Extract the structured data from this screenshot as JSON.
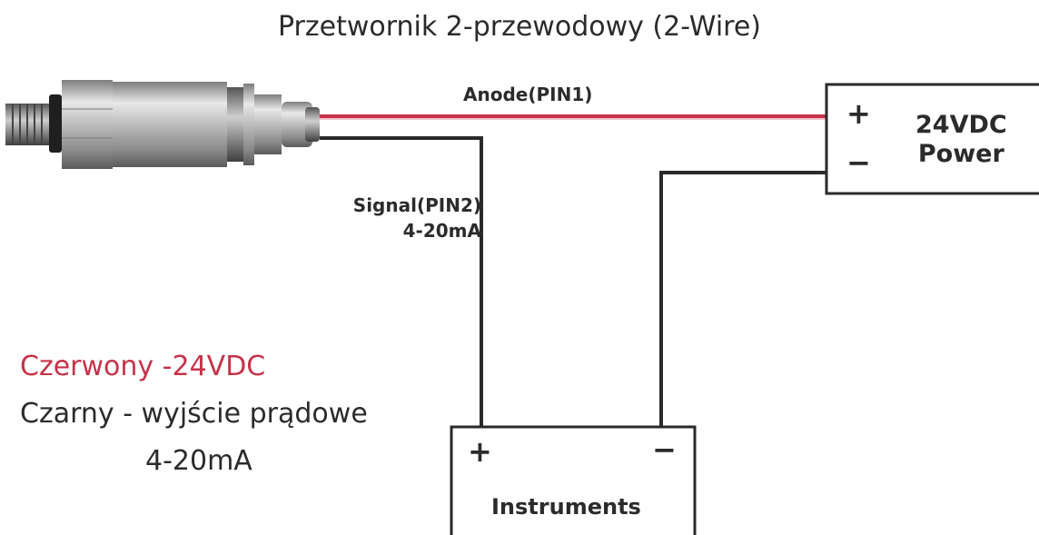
{
  "title": "Przetwornik 2-przewodowy (2-Wire)",
  "wires": {
    "anode_label": "Anode(PIN1)",
    "signal_label_line1": "Signal(PIN2)",
    "signal_label_line2": "4-20mA",
    "red_color": "#c5334a",
    "black_color": "#2a2a2a"
  },
  "power_supply": {
    "plus": "+",
    "minus": "−",
    "label_line1": "24VDC",
    "label_line2": "Power"
  },
  "instruments": {
    "plus": "+",
    "minus": "−",
    "label": "Instruments"
  },
  "legend": {
    "red_line": "Czerwony -24VDC",
    "black_line": "Czarny - wyjście prądowe",
    "range_line": "4-20mA"
  },
  "sensor": {
    "icon": "pressure-transmitter-icon"
  }
}
